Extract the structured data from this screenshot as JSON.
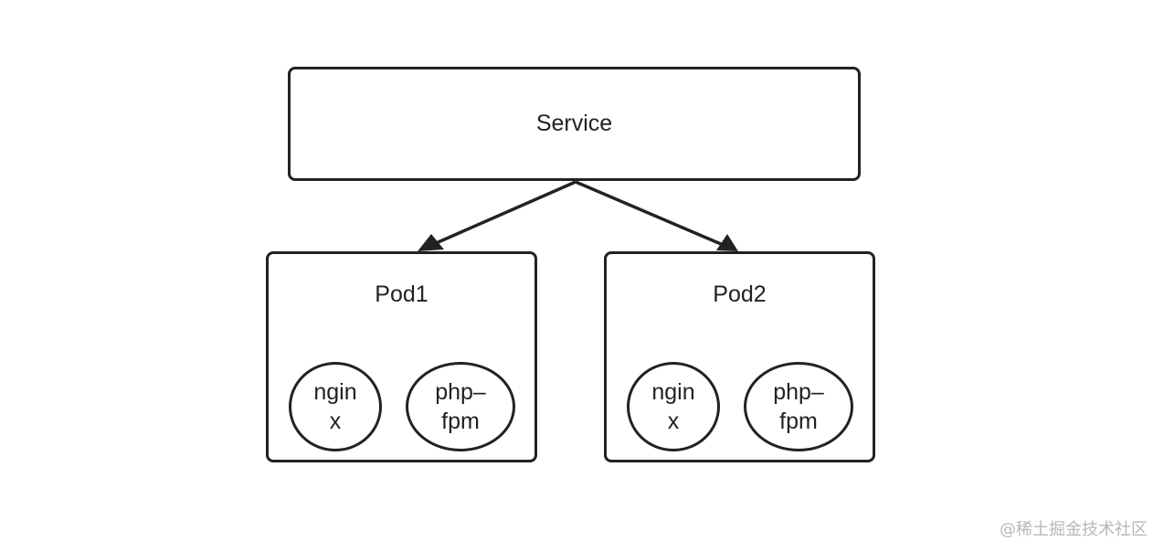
{
  "diagram": {
    "service": {
      "label": "Service"
    },
    "pods": [
      {
        "label": "Pod1",
        "containers": [
          {
            "lines": [
              "ngin",
              "x"
            ]
          },
          {
            "lines": [
              "php–",
              "fpm"
            ]
          }
        ]
      },
      {
        "label": "Pod2",
        "containers": [
          {
            "lines": [
              "ngin",
              "x"
            ]
          },
          {
            "lines": [
              "php–",
              "fpm"
            ]
          }
        ]
      }
    ],
    "edges": [
      {
        "from": "Service",
        "to": "Pod1"
      },
      {
        "from": "Service",
        "to": "Pod2"
      }
    ]
  },
  "watermark": "@稀土掘金技术社区",
  "colors": {
    "stroke": "#222222",
    "background": "#ffffff",
    "watermark": "#b7b7b7"
  }
}
